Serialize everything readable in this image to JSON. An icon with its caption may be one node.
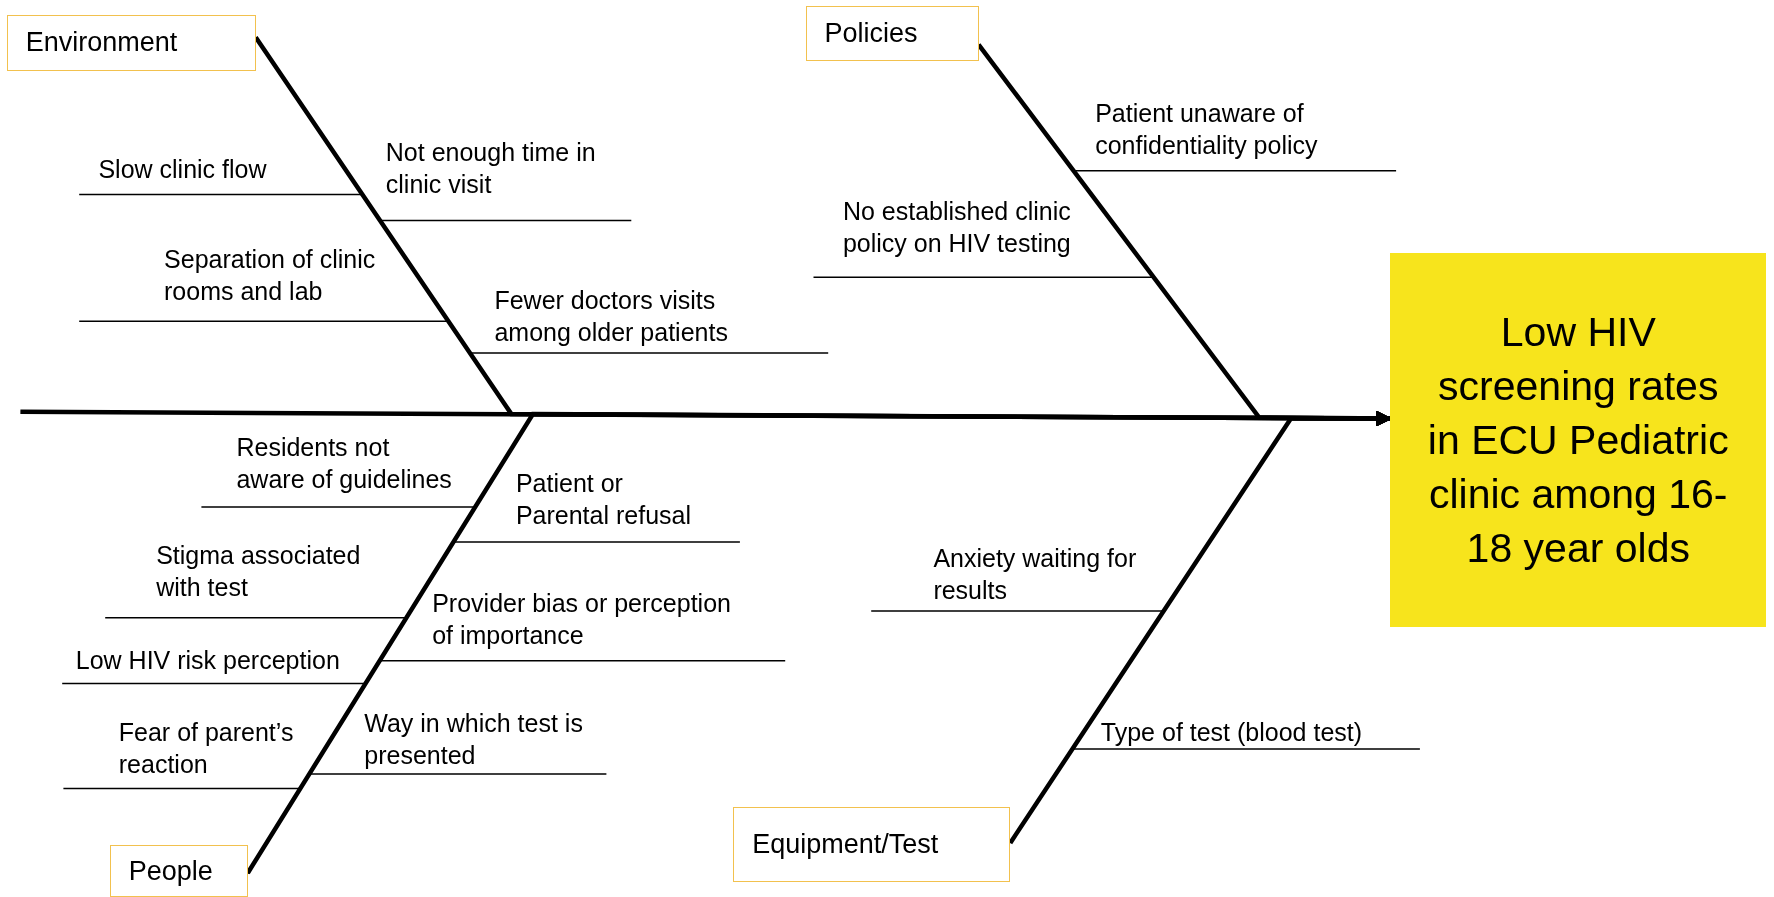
{
  "diagram": {
    "nodes": [
      {
        "text": [
          "Environment"
        ]
      },
      {
        "text": [
          "Slow clinic flow"
        ]
      },
      {
        "text": [
          "Not enough time in clinic visit"
        ]
      },
      {
        "text": [
          "Separation of clinic rooms and lab"
        ]
      },
      {
        "text": [
          "Fewer doctors visits among older patients"
        ]
      },
      {
        "text": [
          "Policies"
        ]
      },
      {
        "text": [
          "Patient unaware of confidentiality policy"
        ]
      },
      {
        "text": [
          "No established clinic policy on HIV testing"
        ]
      },
      {
        "text": [
          "Low HIV screening rates in ECU Pediatric clinic among 16-18 year olds"
        ]
      },
      {
        "text": [
          "People"
        ]
      },
      {
        "text": [
          "Residents not aware of guidelines"
        ]
      },
      {
        "text": [
          "Patient or Parental refusal"
        ]
      },
      {
        "text": [
          "Stigma associated with test"
        ]
      },
      {
        "text": [
          "Provider bias or perception of importance"
        ]
      },
      {
        "text": [
          "Low HIV risk perception"
        ]
      },
      {
        "text": [
          "Fear of parent’s reaction"
        ]
      },
      {
        "text": [
          "Way in which test is presented"
        ]
      },
      {
        "text": [
          "Equipment/Test"
        ]
      },
      {
        "text": [
          "Anxiety waiting for results"
        ]
      },
      {
        "text": [
          "Type of test (blood test)"
        ]
      }
    ],
    "edges": [
      {
        "from": null,
        "to": 8,
        "arrow": "to",
        "style": "thick"
      },
      {
        "from": 0,
        "to": 8,
        "arrow": "to",
        "style": "thick"
      },
      {
        "from": 5,
        "to": 8,
        "arrow": "to",
        "style": "thick"
      },
      {
        "from": 9,
        "to": 8,
        "arrow": "to",
        "style": "thick"
      },
      {
        "from": 17,
        "to": 8,
        "arrow": "to",
        "style": "thick"
      },
      {
        "from": 1,
        "to": 0,
        "arrow": "none"
      },
      {
        "from": 2,
        "to": 0,
        "arrow": "none"
      },
      {
        "from": 3,
        "to": 0,
        "arrow": "none"
      },
      {
        "from": 4,
        "to": 0,
        "arrow": "none"
      },
      {
        "from": 6,
        "to": 5,
        "arrow": "none"
      },
      {
        "from": 7,
        "to": 5,
        "arrow": "none"
      },
      {
        "from": 10,
        "to": 9,
        "arrow": "none"
      },
      {
        "from": 11,
        "to": 9,
        "arrow": "none"
      },
      {
        "from": 12,
        "to": 9,
        "arrow": "none"
      },
      {
        "from": 13,
        "to": 9,
        "arrow": "none"
      },
      {
        "from": 14,
        "to": 9,
        "arrow": "none"
      },
      {
        "from": 15,
        "to": 9,
        "arrow": "none"
      },
      {
        "from": 16,
        "to": 9,
        "arrow": "none"
      },
      {
        "from": 18,
        "to": 17,
        "arrow": "none"
      },
      {
        "from": 19,
        "to": 17,
        "arrow": "none"
      }
    ]
  }
}
